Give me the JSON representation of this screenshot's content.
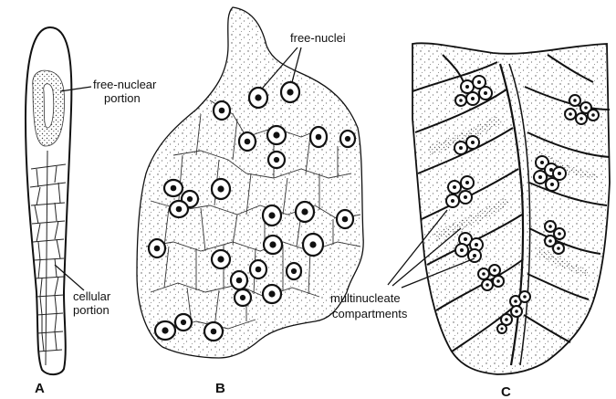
{
  "figure": {
    "panel_a": {
      "letter": "A",
      "label_free_nuclear_line1": "free-nuclear",
      "label_free_nuclear_line2": "portion",
      "label_cellular_line1": "cellular",
      "label_cellular_line2": "portion"
    },
    "panel_b": {
      "letter": "B",
      "label_free_nuclei": "free-nuclei"
    },
    "panel_c": {
      "letter": "C",
      "label_multinucleate_line1": "multinucleate",
      "label_multinucleate_line2": "compartments"
    }
  },
  "colors": {
    "ink": "#111111",
    "paper": "#ffffff",
    "stipple": "#555555"
  }
}
